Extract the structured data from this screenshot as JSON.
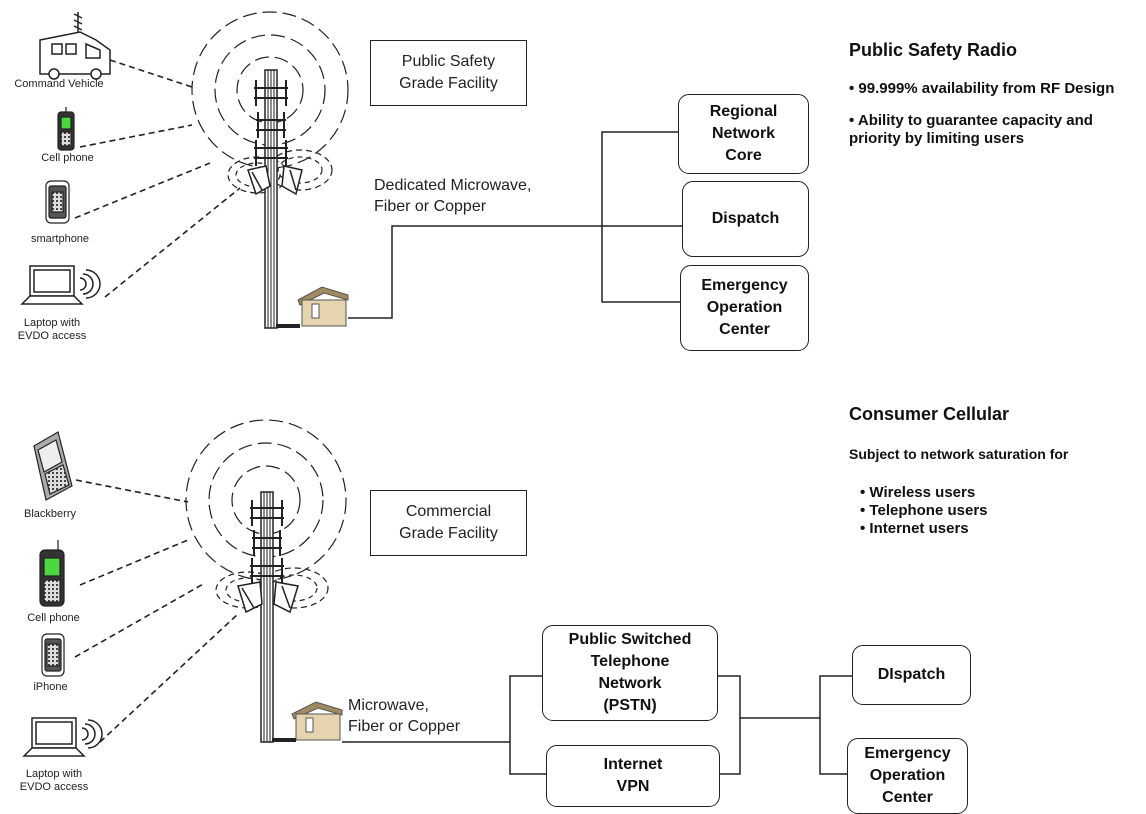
{
  "top": {
    "devices": {
      "command_vehicle": "Command Vehicle",
      "cell_phone": "Cell phone",
      "smartphone": "smartphone",
      "laptop": "Laptop with\nEVDO access"
    },
    "facility": "Public Safety\nGrade Facility",
    "link": "Dedicated Microwave,\nFiber or Copper",
    "endpoints": [
      "Regional\nNetwork\nCore",
      "Dispatch",
      "Emergency\nOperation\nCenter"
    ],
    "title": "Public Safety Radio",
    "bullets": [
      "99.999% availability from RF Design",
      "Ability to guarantee capacity and priority by limiting users"
    ]
  },
  "bottom": {
    "devices": {
      "blackberry": "Blackberry",
      "cell_phone": "Cell phone",
      "iphone": "iPhone",
      "laptop": "Laptop with\nEVDO access"
    },
    "facility": "Commercial\nGrade Facility",
    "link": "Microwave,\nFiber or Copper",
    "networks": [
      "Public Switched\nTelephone\nNetwork\n(PSTN)",
      "Internet\nVPN"
    ],
    "endpoints": [
      "DIspatch",
      "Emergency\nOperation\nCenter"
    ],
    "title": "Consumer Cellular",
    "subtitle": "Subject to network saturation for",
    "bullets": [
      "Wireless users",
      "Telephone users",
      "Internet users"
    ]
  },
  "colors": {
    "stroke": "#222222",
    "tower": "#222222",
    "shed_roof": "#a08a60",
    "shed_wall": "#e6d4ae",
    "phone_screen": "#4cd640"
  }
}
